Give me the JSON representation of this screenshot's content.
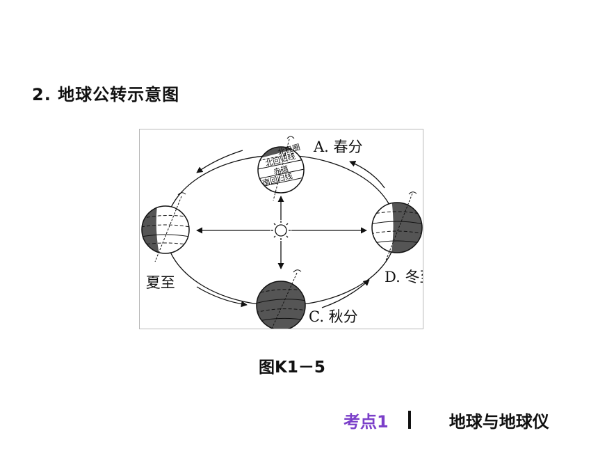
{
  "slide": {
    "heading": "2. 地球公转示意图",
    "caption": "图K1－5",
    "footer": {
      "section": "考点1",
      "topic": "地球与地球仪"
    }
  },
  "diagram": {
    "positions": {
      "a": "A. 春分",
      "b": "B. 夏至",
      "c": "C. 秋分",
      "d": "D. 冬至"
    },
    "globe_labels": {
      "arctic_circle": "北极圈",
      "tropic_cancer": "北回归线",
      "equator": "赤道",
      "tropic_capricorn": "南回归线"
    },
    "icons": [
      "sun-icon",
      "earth-globe-icon",
      "orbit-arrow-icon"
    ],
    "colors": {
      "night_side": "#555555",
      "line": "#111111"
    }
  }
}
